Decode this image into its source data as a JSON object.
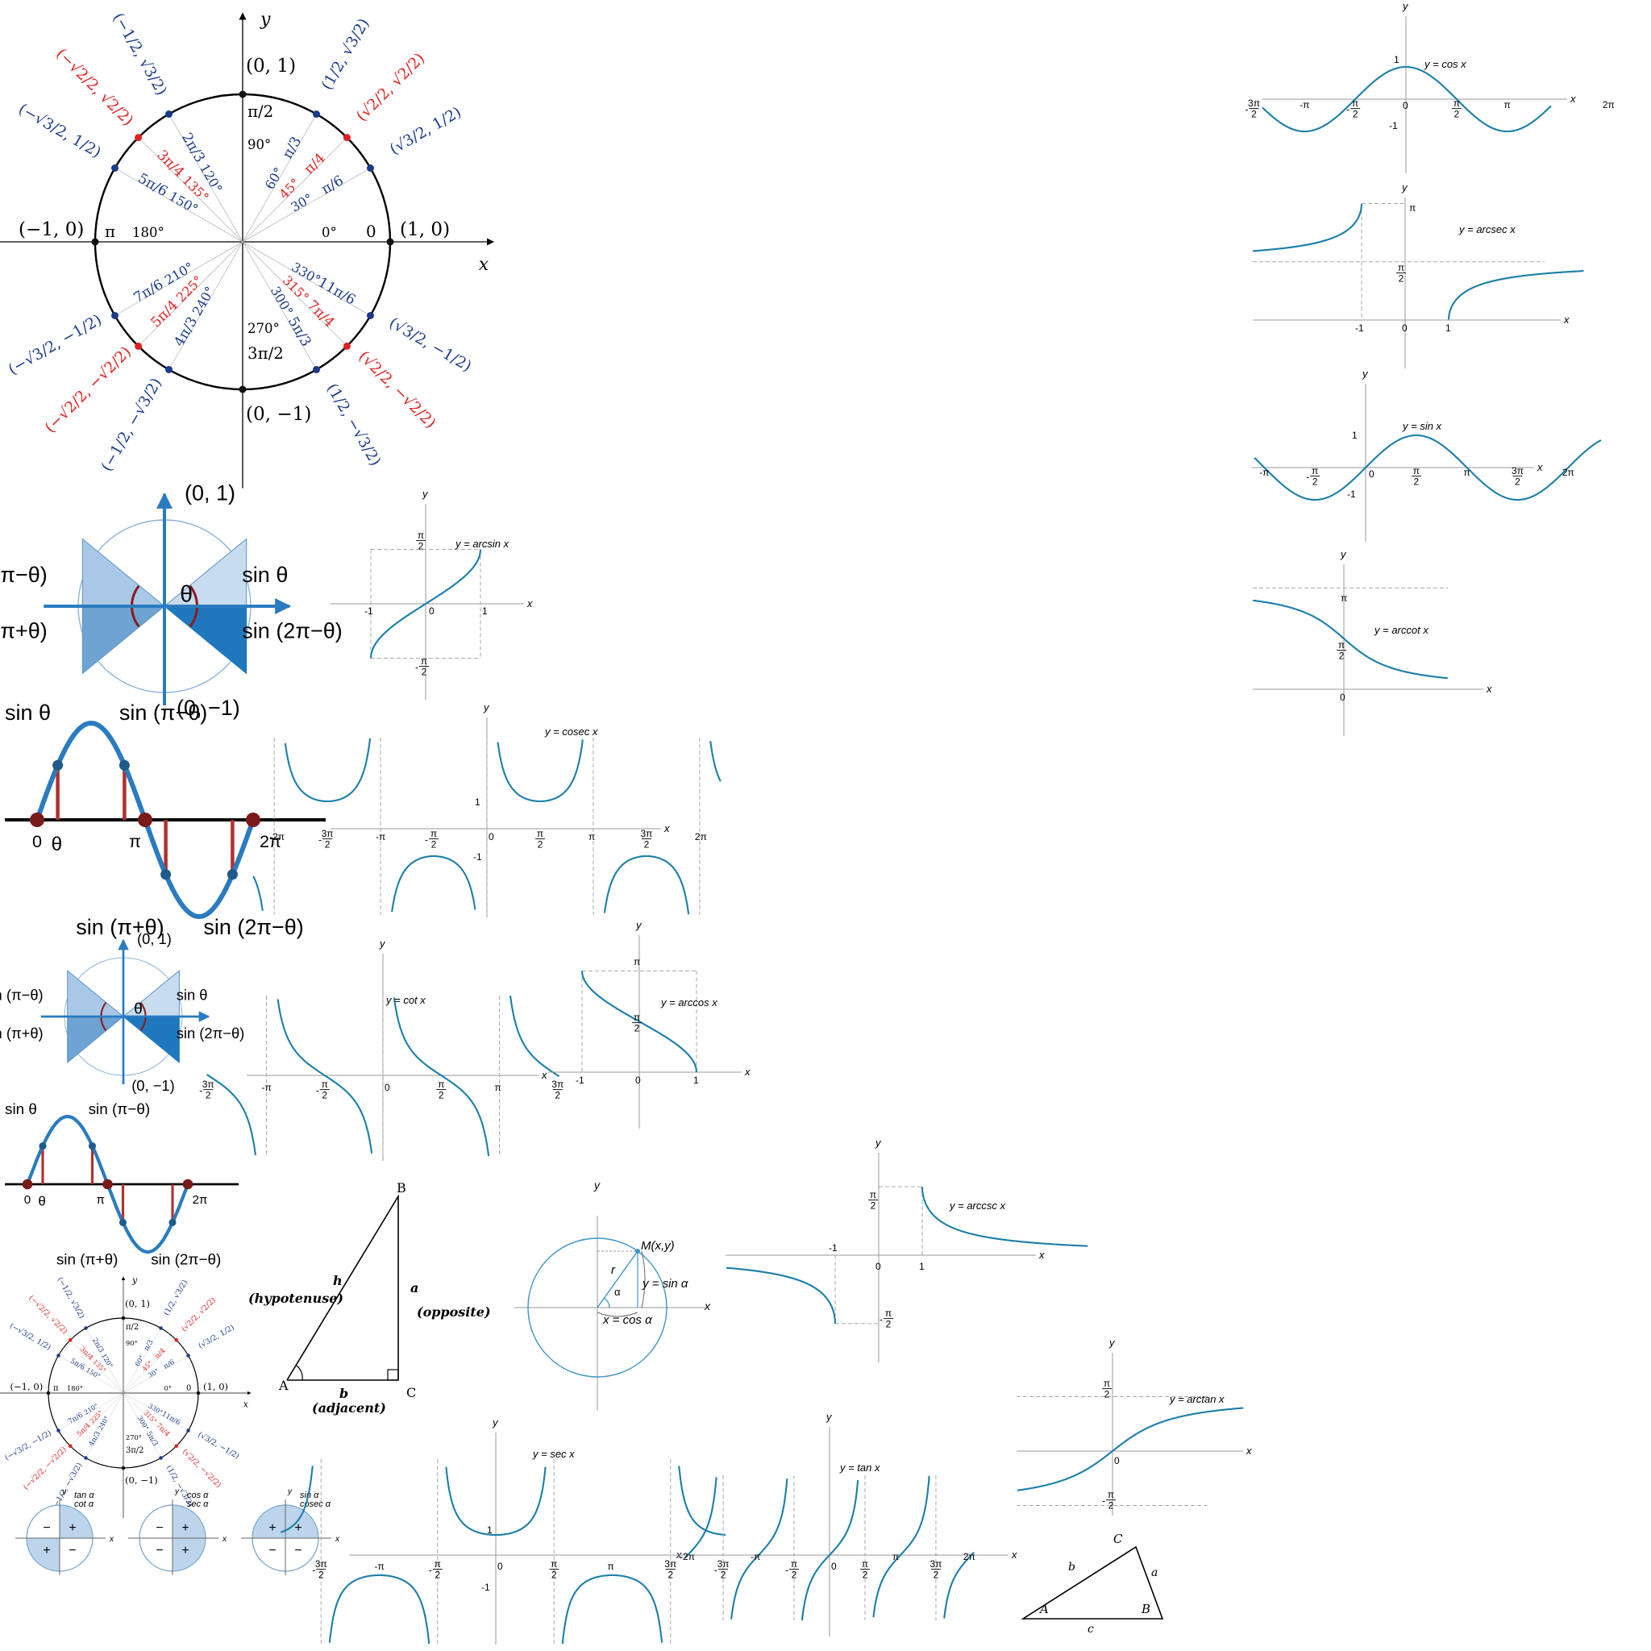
{
  "unit_circle": {
    "axis_x": "x",
    "axis_y": "y",
    "cardinal": [
      {
        "coord": "(1, 0)",
        "deg": "0°",
        "rad": "0",
        "dx": 1,
        "dy": 0
      },
      {
        "coord": "(0, 1)",
        "deg": "90°",
        "rad": "π/2",
        "dx": 0,
        "dy": 1
      },
      {
        "coord": "(−1, 0)",
        "deg": "180°",
        "rad": "π",
        "dx": -1,
        "dy": 0
      },
      {
        "coord": "(0, −1)",
        "deg": "270°",
        "rad": "3π/2",
        "dx": 0,
        "dy": -1
      }
    ],
    "points": [
      {
        "deg": "30°",
        "rad": "π/6",
        "coord": "(√3/2, 1/2)",
        "color": "#1a3a8a",
        "angle": 30
      },
      {
        "deg": "45°",
        "rad": "π/4",
        "coord": "(√2/2, √2/2)",
        "color": "#e02020",
        "angle": 45
      },
      {
        "deg": "60°",
        "rad": "π/3",
        "coord": "(1/2, √3/2)",
        "color": "#1a3a8a",
        "angle": 60
      },
      {
        "deg": "120°",
        "rad": "2π/3",
        "coord": "(−1/2, √3/2)",
        "color": "#1a3a8a",
        "angle": 120
      },
      {
        "deg": "135°",
        "rad": "3π/4",
        "coord": "(−√2/2, √2/2)",
        "color": "#e02020",
        "angle": 135
      },
      {
        "deg": "150°",
        "rad": "5π/6",
        "coord": "(−√3/2, 1/2)",
        "color": "#1a3a8a",
        "angle": 150
      },
      {
        "deg": "210°",
        "rad": "7π/6",
        "coord": "(−√3/2, −1/2)",
        "color": "#1a3a8a",
        "angle": 210
      },
      {
        "deg": "225°",
        "rad": "5π/4",
        "coord": "(−√2/2, −√2/2)",
        "color": "#e02020",
        "angle": 225
      },
      {
        "deg": "240°",
        "rad": "4π/3",
        "coord": "(−1/2, −√3/2)",
        "color": "#1a3a8a",
        "angle": 240
      },
      {
        "deg": "300°",
        "rad": "5π/3",
        "coord": "(1/2, −√3/2)",
        "color": "#1a3a8a",
        "angle": 300
      },
      {
        "deg": "315°",
        "rad": "7π/4",
        "coord": "(√2/2, −√2/2)",
        "color": "#e02020",
        "angle": 315
      },
      {
        "deg": "330°",
        "rad": "11π/6",
        "coord": "(√3/2, −1/2)",
        "color": "#1a3a8a",
        "angle": 330
      }
    ]
  },
  "reference_angles": {
    "top": "(0, 1)",
    "bottom": "(0, −1)",
    "q1": "sin θ",
    "q2": "sin (π−θ)",
    "q3": "sin (π+θ)",
    "q4": "sin (2π−θ)",
    "theta": "θ"
  },
  "sine_wave": {
    "label_sin": "sin θ",
    "label_pi_minus": "sin (π−θ)",
    "label_pi_plus": "sin (π+θ)",
    "label_2pi_minus": "sin (2π−θ)",
    "tick_0": "0",
    "tick_theta": "θ",
    "tick_pi": "π",
    "tick_2pi": "2π"
  },
  "triangle": {
    "vertex_A": "A",
    "vertex_B": "B",
    "vertex_C": "C",
    "side_h": "h",
    "side_a": "a",
    "side_b": "b",
    "hyp": "(hypotenuse)",
    "opp": "(opposite)",
    "adj": "(adjacent)"
  },
  "circle_point": {
    "M": "M(x,y)",
    "r": "r",
    "alpha": "α",
    "ysin": "y = sin α",
    "xcos": "x = cos α"
  },
  "sign_circles": [
    {
      "title1": "tan α",
      "title2": "cot α",
      "q1": "+",
      "q2": "−",
      "q3": "+",
      "q4": "−"
    },
    {
      "title1": "cos α",
      "title2": "sec α",
      "q1": "+",
      "q2": "−",
      "q3": "−",
      "q4": "+"
    },
    {
      "title1": "sin α",
      "title2": "cosec α",
      "q1": "+",
      "q2": "+",
      "q3": "−",
      "q4": "−"
    }
  ],
  "oblique_triangle": {
    "A": "A",
    "B": "B",
    "C": "C",
    "a": "a",
    "b": "b",
    "c": "c"
  },
  "graphs": {
    "cos": {
      "title": "y = cos x",
      "ticks": [
        "-3π/2",
        "-π",
        "-π/2",
        "0",
        "π/2",
        "π",
        "2π"
      ],
      "one": "1",
      "minus_one": "-1"
    },
    "sin": {
      "title": "y = sin x",
      "ticks": [
        "-π",
        "-π/2",
        "0",
        "π/2",
        "π",
        "3π/2",
        "2π"
      ],
      "one": "1",
      "minus_one": "-1"
    },
    "arcsec": {
      "title": "y = arcsec x",
      "pi": "π",
      "pi2": "π/2",
      "ticks": [
        "-1",
        "0",
        "1"
      ]
    },
    "arccot": {
      "title": "y = arccot x",
      "pi": "π",
      "pi2": "π/2",
      "zero": "0"
    },
    "arcsin": {
      "title": "y = arcsin x",
      "pi2": "π/2",
      "mpi2": "-π/2",
      "ticks": [
        "-1",
        "0",
        "1"
      ]
    },
    "cosec": {
      "title": "y = cosec x",
      "ticks": [
        "-2π",
        "-3π/2",
        "-π",
        "-π/2",
        "0",
        "π/2",
        "π",
        "3π/2",
        "2π"
      ],
      "one": "1",
      "minus_one": "-1"
    },
    "cot": {
      "title": "y = cot x",
      "ticks": [
        "-3π/2",
        "-π",
        "-π/2",
        "0",
        "π/2",
        "π",
        "3π/2"
      ]
    },
    "arccos": {
      "title": "y = arccos x",
      "pi": "π",
      "pi2": "π/2",
      "ticks": [
        "-1",
        "0",
        "1"
      ]
    },
    "arccsc": {
      "title": "y = arccsc x",
      "pi2": "π/2",
      "mpi2": "-π/2",
      "ticks": [
        "-1",
        "0",
        "1"
      ]
    },
    "arctan": {
      "title": "y = arctan x",
      "pi2": "π/2",
      "mpi2": "-π/2",
      "zero": "0"
    },
    "sec": {
      "title": "y = sec x",
      "ticks": [
        "-3π/2",
        "-π",
        "-π/2",
        "0",
        "π/2",
        "π",
        "3π/2"
      ],
      "one": "1",
      "minus_one": "-1"
    },
    "tan": {
      "title": "y = tan x",
      "ticks": [
        "-2π",
        "-3π/2",
        "-π",
        "-π/2",
        "0",
        "π/2",
        "π",
        "3π/2",
        "2π"
      ]
    }
  },
  "colors": {
    "curve": "#1b7fa8",
    "dark_blue": "#1a3a8a",
    "red": "#e02020",
    "light_blue": "#bcd5ec",
    "mid_blue": "#5b93c9",
    "brown": "#8b1a1a",
    "axis_blue": "#2a7bbf"
  }
}
